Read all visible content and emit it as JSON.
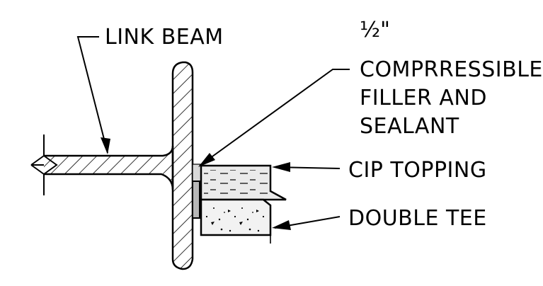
{
  "labels": {
    "link_beam": "LINK BEAM",
    "filler_fraction": "½\"",
    "filler_line1": "COMPRRESSIBLE",
    "filler_line2": "FILLER AND",
    "filler_line3": "SEALANT",
    "cip_topping": "CIP TOPPING",
    "double_tee": "DOUBLE TEE"
  }
}
